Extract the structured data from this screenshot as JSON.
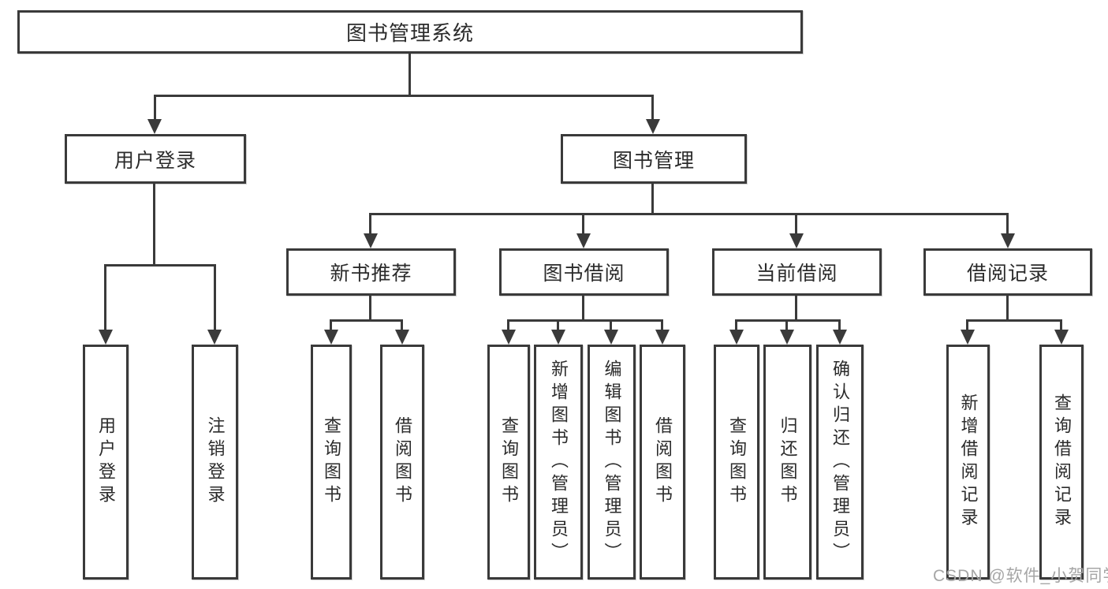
{
  "diagram": {
    "title": "图书管理系统",
    "root": {
      "label": "图书管理系统"
    },
    "level2": [
      {
        "label": "用户登录",
        "children": [
          {
            "label": "用户登录"
          },
          {
            "label": "注销登录"
          }
        ]
      },
      {
        "label": "图书管理",
        "children": [
          {
            "label": "新书推荐",
            "children": [
              {
                "label": "查询图书"
              },
              {
                "label": "借阅图书"
              }
            ]
          },
          {
            "label": "图书借阅",
            "children": [
              {
                "label": "查询图书"
              },
              {
                "label": "新增图书（管理员）"
              },
              {
                "label": "编辑图书（管理员）"
              },
              {
                "label": "借阅图书"
              }
            ]
          },
          {
            "label": "当前借阅",
            "children": [
              {
                "label": "查询图书"
              },
              {
                "label": "归还图书"
              },
              {
                "label": "确认归还（管理员）"
              }
            ]
          },
          {
            "label": "借阅记录",
            "children": [
              {
                "label": "新增借阅记录"
              },
              {
                "label": "查询借阅记录"
              }
            ]
          }
        ]
      }
    ]
  },
  "watermark": {
    "text": "CSDN @软件_小贺同学"
  },
  "colors": {
    "line": "#3a3a3a",
    "text": "#2b2b2b",
    "background": "#ffffff",
    "watermark": "#a6a6a6"
  }
}
